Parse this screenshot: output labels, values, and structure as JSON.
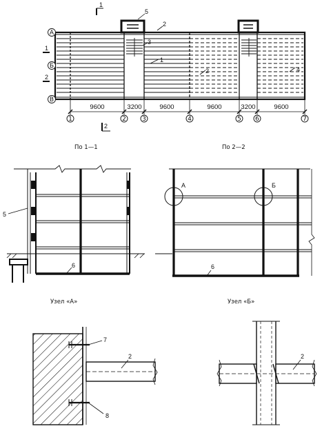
{
  "plan": {
    "axis_letters": [
      "А",
      "Б",
      "В"
    ],
    "axis_numbers": [
      "1",
      "2",
      "3",
      "4",
      "5",
      "6",
      "7"
    ],
    "dimensions": [
      "9600",
      "3200",
      "9600",
      "9600",
      "3200",
      "9600"
    ],
    "section_marks": [
      "1",
      "1",
      "2",
      "2"
    ],
    "callouts": [
      "5",
      "2",
      "3",
      "1",
      "2",
      "4"
    ]
  },
  "sections": {
    "left_caption": "По 1—1",
    "right_caption": "По 2—2",
    "left_callouts": [
      "5",
      "6"
    ],
    "right_callouts": [
      "А",
      "Б",
      "6"
    ]
  },
  "details": {
    "node_a_caption": "Узел «А»",
    "node_b_caption": "Узел «Б»",
    "node_a_callouts": [
      "7",
      "2",
      "8"
    ],
    "node_b_callouts": [
      "2"
    ]
  }
}
